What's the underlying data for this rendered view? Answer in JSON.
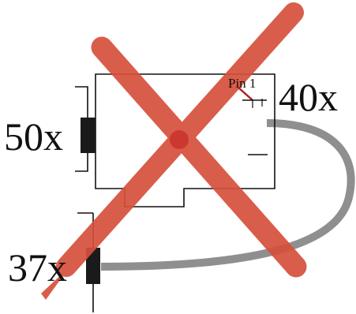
{
  "labels": {
    "pin1": "Pin 1",
    "connector_40": "40x",
    "connector_50": "50x",
    "connector_37": "37x"
  },
  "colors": {
    "outline": "#111111",
    "cable": "#8f8f8f",
    "cross": "#d6503c",
    "cross_center": "#c8281e",
    "pin_marker": "#b01e1e"
  },
  "meaning": {
    "cross_mark": "crossed-out"
  }
}
